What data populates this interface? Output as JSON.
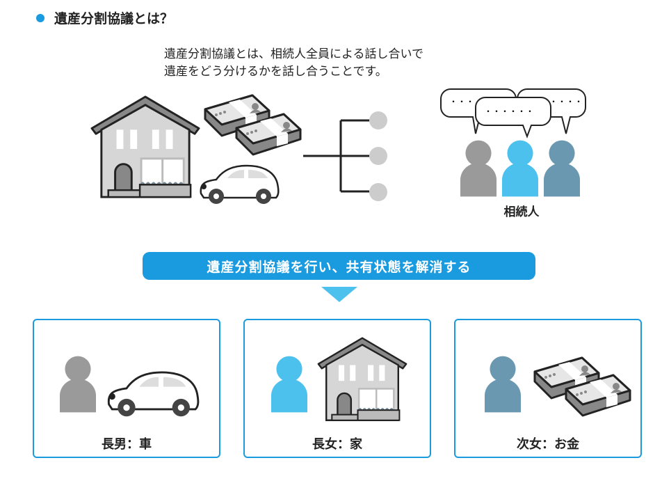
{
  "title": "遺産分割協議とは？",
  "description": [
    "遺産分割協議とは、相続人全員による話し合いで",
    "遺産をどう分けるかを話し合うことです。"
  ],
  "heirs_label": "相続人",
  "bubbles": [
    "・・・",
    "・・・・・・",
    "・・・・"
  ],
  "banner": "遺産分割協議を行い、共有状態を解消する",
  "results": [
    {
      "label": "長男：車"
    },
    {
      "label": "長女：家"
    },
    {
      "label": "次女：お金"
    }
  ],
  "colors": {
    "accent": "#1a9be0",
    "person_gray": "#9a9a9a",
    "person_blue": "#4dc1ee",
    "person_steel": "#6b98b1"
  }
}
